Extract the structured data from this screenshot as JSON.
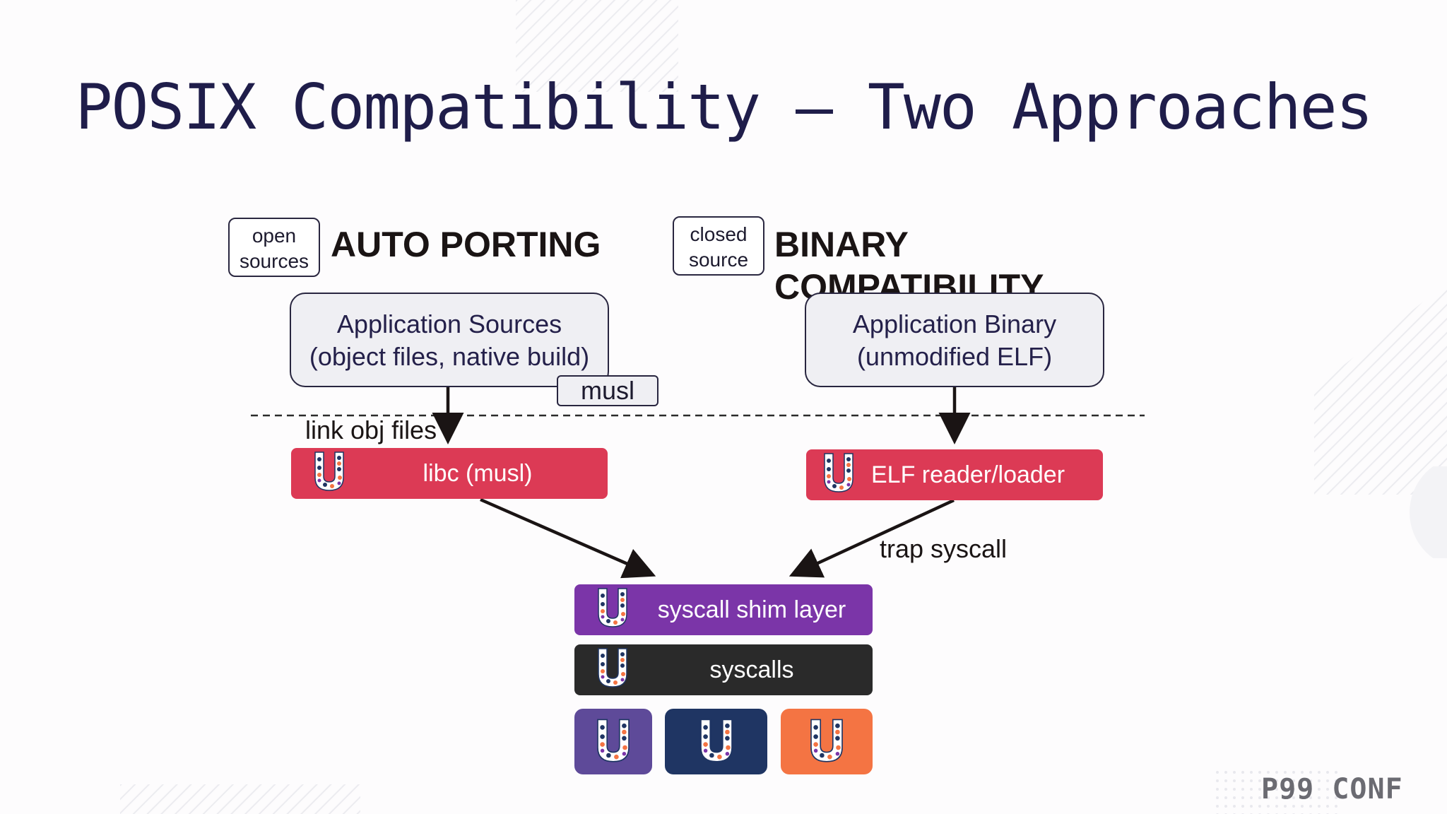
{
  "slide": {
    "title": "POSIX Compatibility – Two Approaches"
  },
  "left": {
    "tag": [
      "open",
      "sources"
    ],
    "heading": "AUTO PORTING",
    "app_box": [
      "Application Sources",
      "(object files, native build)"
    ],
    "musl_label": "musl",
    "link_label": "link obj files",
    "bar_label": "libc (musl)"
  },
  "right": {
    "tag": [
      "closed",
      "source"
    ],
    "heading": [
      "BINARY",
      "COMPATIBILITY"
    ],
    "app_box": [
      "Application Binary",
      "(unmodified ELF)"
    ],
    "bar_label": "ELF reader/loader",
    "trap_label": "trap syscall"
  },
  "stack": {
    "shim_label": "syscall shim layer",
    "syscalls_label": "syscalls"
  },
  "brand": "P99 CONF",
  "colors": {
    "title": "#1f1d4a",
    "red_bar": "#dc3a55",
    "purple_bar": "#7b35a8",
    "dark_bar": "#2a2a2a",
    "tile_purple": "#5e4a99",
    "tile_navy": "#1f3563",
    "tile_orange": "#f47443"
  },
  "icons": [
    "unikraft-logo-icon"
  ]
}
